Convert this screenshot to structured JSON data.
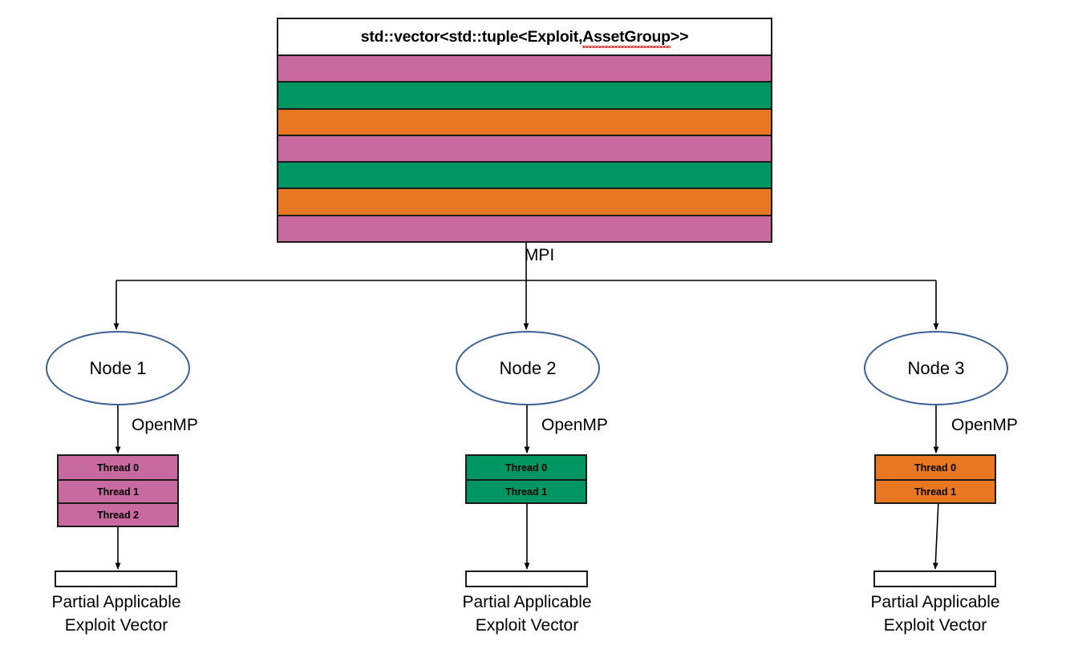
{
  "diagram": {
    "title_parts": {
      "prefix": "std::vector<std::tuple<Exploit, ",
      "misspelled": "AssetGroup",
      "suffix": ">>"
    },
    "full_title": "std::vector<std::tuple<Exploit, AssetGroup>>",
    "mpi_label": "MPI",
    "colors": {
      "pink": "#c8699f",
      "green": "#009664",
      "orange": "#e87722",
      "stroke": "#1a1a1a",
      "ellipse_stroke": "#3a5f96",
      "spell_error": "#e01b1b",
      "background": "#ffffff"
    },
    "vector_stripes": [
      {
        "color_name": "pink",
        "color": "#c8699f"
      },
      {
        "color_name": "green",
        "color": "#009664"
      },
      {
        "color_name": "orange",
        "color": "#e87722"
      },
      {
        "color_name": "pink",
        "color": "#c8699f"
      },
      {
        "color_name": "green",
        "color": "#009664"
      },
      {
        "color_name": "orange",
        "color": "#e87722"
      },
      {
        "color_name": "pink",
        "color": "#c8699f"
      }
    ],
    "nodes": [
      {
        "label": "Node 1",
        "openmp_label": "OpenMP",
        "thread_color": "#c8699f",
        "threads": [
          "Thread 0",
          "Thread 1",
          "Thread 2"
        ],
        "output_caption_line1": "Partial Applicable",
        "output_caption_line2": "Exploit Vector"
      },
      {
        "label": "Node 2",
        "openmp_label": "OpenMP",
        "thread_color": "#009664",
        "threads": [
          "Thread 0",
          "Thread 1"
        ],
        "output_caption_line1": "Partial Applicable",
        "output_caption_line2": "Exploit Vector"
      },
      {
        "label": "Node 3",
        "openmp_label": "OpenMP",
        "thread_color": "#e87722",
        "threads": [
          "Thread 0",
          "Thread 1"
        ],
        "output_caption_line1": "Partial Applicable",
        "output_caption_line2": "Exploit Vector"
      }
    ]
  }
}
